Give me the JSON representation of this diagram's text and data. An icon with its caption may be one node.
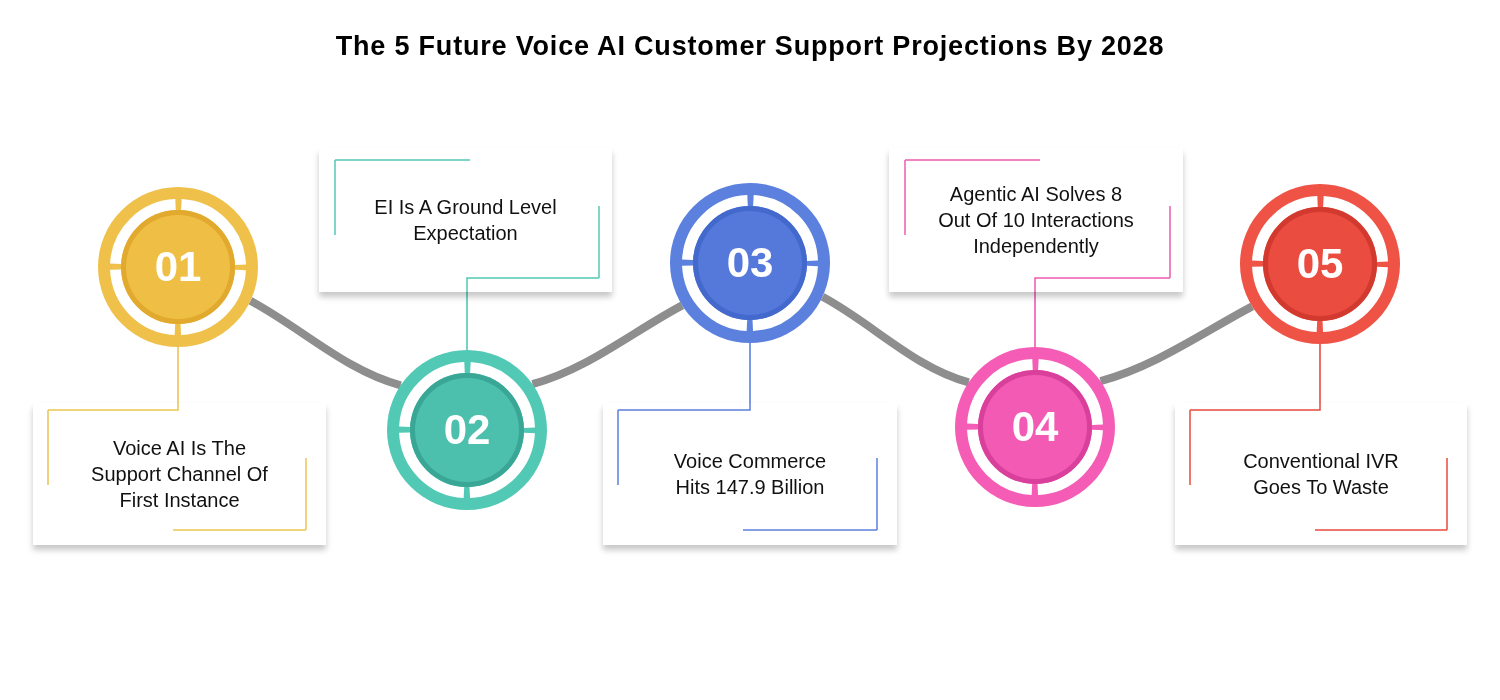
{
  "diagram": {
    "title": "The 5 Future Voice AI Customer Support Projections By 2028",
    "nodes": [
      {
        "text": [
          "01"
        ]
      },
      {
        "text": [
          "Voice AI Is The Support Channel Of First Instance"
        ]
      },
      {
        "text": [
          "02"
        ]
      },
      {
        "text": [
          "EI Is A Ground Level Expectation"
        ]
      },
      {
        "text": [
          "03"
        ]
      },
      {
        "text": [
          "Voice Commerce Hits 147.9 Billion"
        ]
      },
      {
        "text": [
          "04"
        ]
      },
      {
        "text": [
          "Agentic AI Solves 8 Out Of 10 Interactions Independently"
        ]
      },
      {
        "text": [
          "05"
        ]
      },
      {
        "text": [
          "Conventional IVR Goes To Waste"
        ]
      }
    ],
    "edges": [
      {
        "from": 0,
        "to": 2,
        "arrow": "none",
        "style": "thick"
      },
      {
        "from": 2,
        "to": 4,
        "arrow": "none",
        "style": "thick"
      },
      {
        "from": 4,
        "to": 6,
        "arrow": "none",
        "style": "thick"
      },
      {
        "from": 6,
        "to": 8,
        "arrow": "none",
        "style": "thick"
      },
      {
        "from": 0,
        "to": 1,
        "arrow": "none",
        "color": "#ecc553"
      },
      {
        "from": 2,
        "to": 3,
        "arrow": "none",
        "color": "#52c9b5"
      },
      {
        "from": 4,
        "to": 5,
        "arrow": "none",
        "color": "#5b7fde"
      },
      {
        "from": 6,
        "to": 7,
        "arrow": "none",
        "color": "#ee5ab1"
      },
      {
        "from": 8,
        "to": 9,
        "arrow": "none",
        "color": "#e8493d"
      }
    ]
  }
}
